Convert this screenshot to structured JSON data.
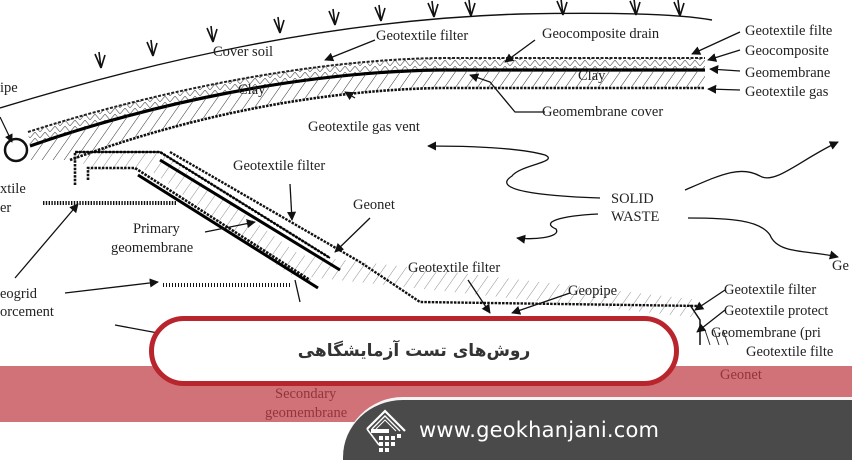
{
  "diagram": {
    "labels": {
      "cover_soil": "Cover soil",
      "geotextile_filter_top": "Geotextile filter",
      "geocomposite_drain": "Geocomposite drain",
      "clay_left": "Clay",
      "clay_right": "Clay",
      "geomembrane_cover": "Geomembrane cover",
      "geotextile_gas_vent": "Geotextile gas vent",
      "right_geotextile_filter": "Geotextile filte",
      "right_geocomposite": "Geocomposite",
      "right_geomembrane": "Geomembrane",
      "right_geotextile_gas": "Geotextile gas",
      "left_pipe": "ipe",
      "left_geotextile_filter_1": "xtile",
      "left_geotextile_filter_2": "er",
      "slope_geotextile_filter": "Geotextile filter",
      "geonet": "Geonet",
      "primary_geomembrane_1": "Primary",
      "primary_geomembrane_2": "geomembrane",
      "geogrid_1": "eogrid",
      "geogrid_2": "orcement",
      "solid_waste_1": "SOLID",
      "solid_waste_2": "WASTE",
      "base_geotextile_filter": "Geotextile filter",
      "geopipe": "Geopipe",
      "br_geotextile_filter": "Geotextile filter",
      "br_geotextile_protect": "Geotextile protect",
      "br_geomembrane_primary": "Geomembrane (pri",
      "br_geotextile_filter_2": "Geotextile filte",
      "br_geonet": "Geonet",
      "secondary_geomembrane_1": "Secondary",
      "secondary_geomembrane_2": "geomembrane",
      "slope_ge": "Ge"
    }
  },
  "banner": {
    "title": "روش‌های تست آزمایشگاهی",
    "website": "www.geokhanjani.com",
    "colors": {
      "accent_red": "#b8252c",
      "band_red": "#c9646a",
      "bar_dark": "#4a4a4a",
      "text_white": "#ffffff"
    }
  }
}
